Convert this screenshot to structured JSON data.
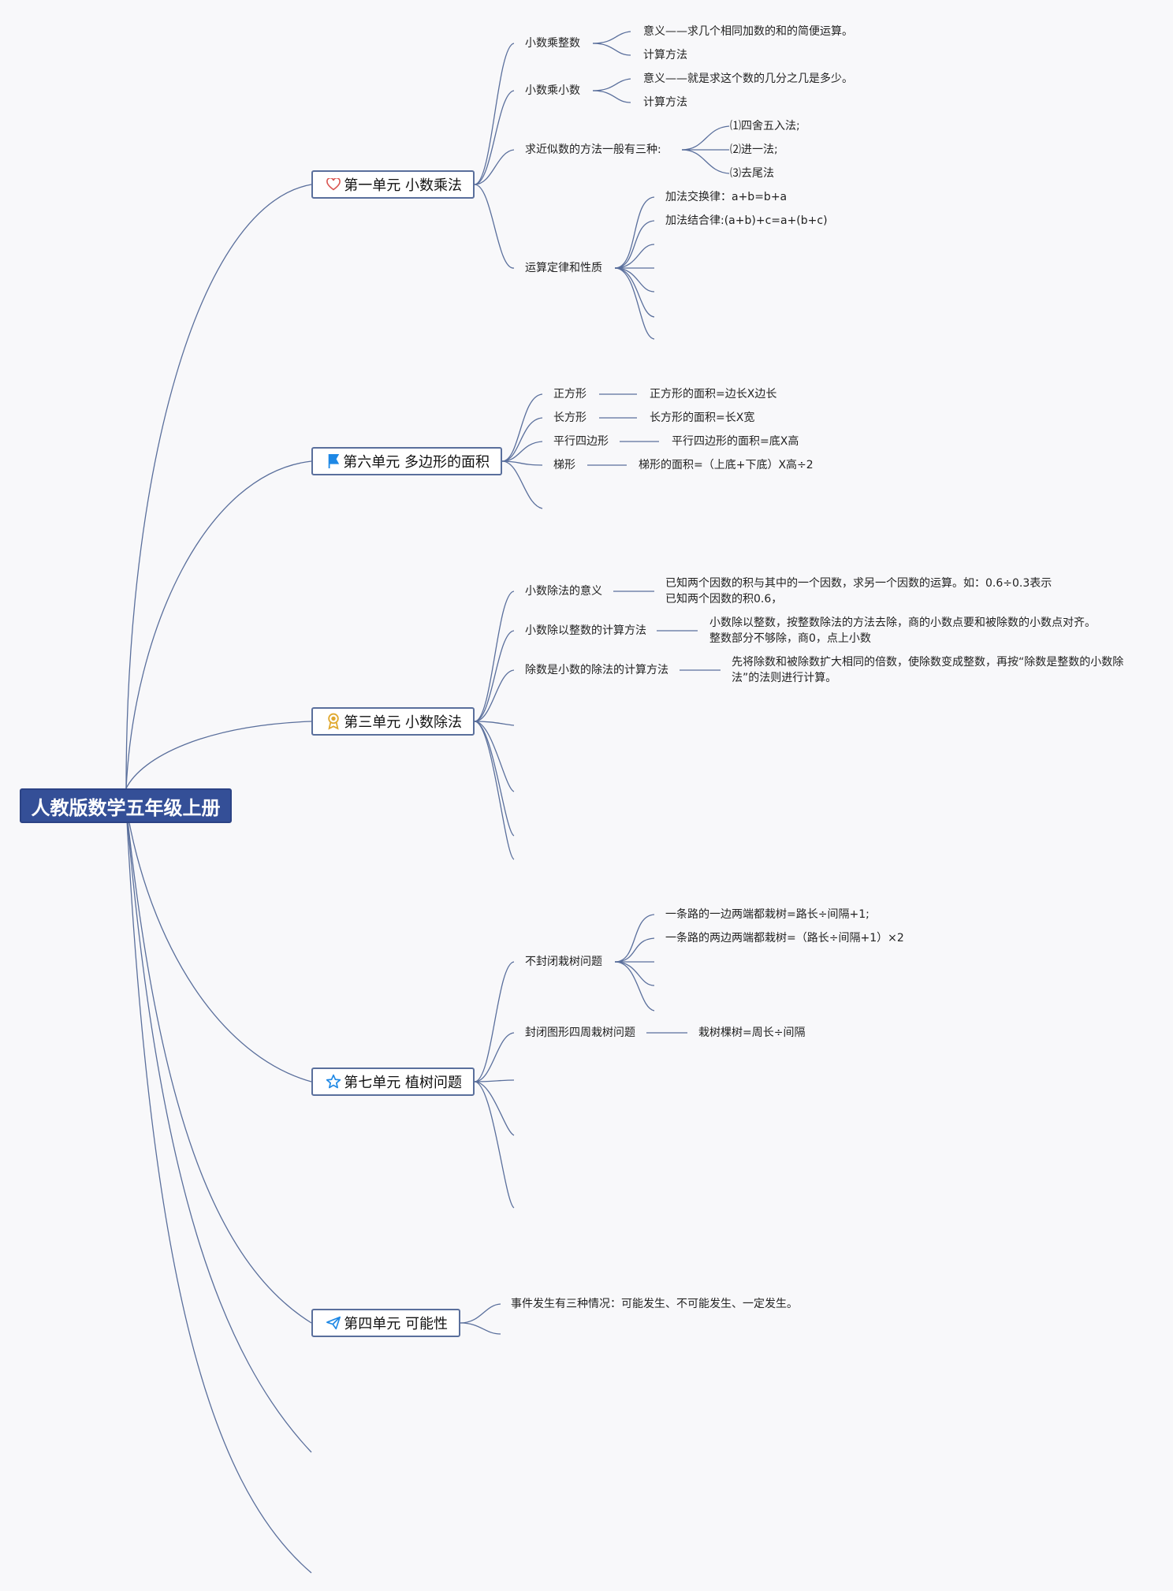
{
  "root": {
    "label": "人教版数学五年级上册"
  },
  "units": [
    {
      "title": "第一单元 小数乘法",
      "icon": "heart-icon",
      "items": [
        {
          "label": "小数乘整数",
          "children": [
            "意义——求几个相同加数的和的简便运算。",
            "计算方法"
          ]
        },
        {
          "label": "小数乘小数",
          "children": [
            "意义——就是求这个数的几分之几是多少。",
            "计算方法"
          ]
        },
        {
          "label": "求近似数的方法一般有三种:",
          "children": [
            "⑴四舍五入法;",
            "⑵进一法;",
            "⑶去尾法"
          ]
        },
        {
          "label": "运算定律和性质",
          "children": [
            "加法交换律：a+b=b+a",
            "加法结合律:(a+b)+c=a+(b+c)"
          ]
        }
      ]
    },
    {
      "title": "第六单元 多边形的面积",
      "icon": "flag-icon",
      "items": [
        {
          "label": "正方形",
          "value": "正方形的面积=边长X边长"
        },
        {
          "label": "长方形",
          "value": "长方形的面积=长X宽"
        },
        {
          "label": "平行四边形",
          "value": "平行四边形的面积=底X高"
        },
        {
          "label": "梯形",
          "value": "梯形的面积=（上底+下底）X高÷2"
        }
      ]
    },
    {
      "title": "第三单元 小数除法",
      "icon": "award-icon",
      "items": [
        {
          "label": "小数除法的意义",
          "value": "已知两个因数的积与其中的一个因数，求另一个因数的运算。如：0.6÷0.3表示已知两个因数的积0.6，"
        },
        {
          "label": "小数除以整数的计算方法",
          "value": "小数除以整数，按整数除法的方法去除，商的小数点要和被除数的小数点对齐。整数部分不够除，商0，点上小数"
        },
        {
          "label": "除数是小数的除法的计算方法",
          "value": "先将除数和被除数扩大相同的倍数，使除数变成整数，再按“除数是整数的小数除法”的法则进行计算。"
        }
      ]
    },
    {
      "title": "第七单元 植树问题",
      "icon": "star-icon",
      "items": [
        {
          "label": "不封闭栽树问题",
          "children": [
            "一条路的一边两端都栽树=路长÷间隔+1;",
            "一条路的两边两端都栽树=（路长÷间隔+1）×2"
          ]
        },
        {
          "label": "封闭图形四周栽树问题",
          "value": "栽树棵树=周长÷间隔"
        }
      ]
    },
    {
      "title": "第四单元 可能性",
      "icon": "send-icon",
      "items": [
        {
          "label": "事件发生有三种情况：可能发生、不可能发生、一定发生。"
        }
      ]
    }
  ],
  "colors": {
    "root_bg": "#344f97",
    "line": "#5a6f9c",
    "heart": "#d9534f",
    "flag": "#1e88e5",
    "award": "#e0a82e",
    "star": "#1e88e5",
    "send": "#1e88e5"
  }
}
